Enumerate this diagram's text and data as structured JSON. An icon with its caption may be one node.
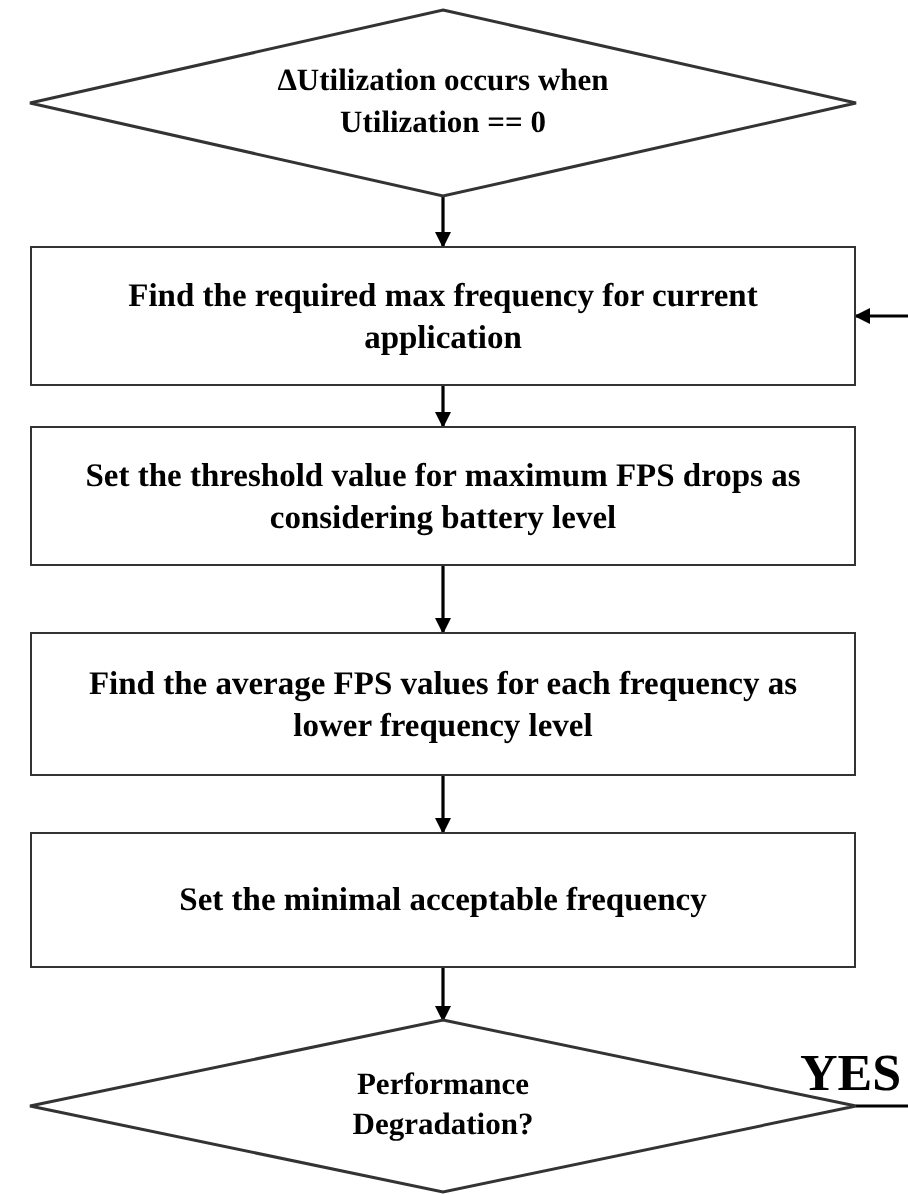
{
  "diagram": {
    "nodes": [
      {
        "text": [
          "ΔUtilization occurs when Utilization == 0"
        ]
      },
      {
        "text": [
          "Find the required max frequency for current application"
        ]
      },
      {
        "text": [
          "Set the threshold value for maximum FPS drops as considering battery level"
        ]
      },
      {
        "text": [
          "Find the average FPS values for each frequency as lower frequency level"
        ]
      },
      {
        "text": [
          "Set the minimal acceptable frequency"
        ]
      },
      {
        "text": [
          "Performance Degradation?"
        ]
      }
    ],
    "edges": [
      {
        "from": 0,
        "to": 1,
        "arrow": "to"
      },
      {
        "from": 1,
        "to": 2,
        "arrow": "to"
      },
      {
        "from": 2,
        "to": 3,
        "arrow": "to"
      },
      {
        "from": 3,
        "to": 4,
        "arrow": "to"
      },
      {
        "from": 4,
        "to": 5,
        "arrow": "to"
      },
      {
        "from": 5,
        "to": null,
        "arrow": "none",
        "label": "YES"
      },
      {
        "from": null,
        "to": 1,
        "arrow": "to"
      }
    ]
  }
}
